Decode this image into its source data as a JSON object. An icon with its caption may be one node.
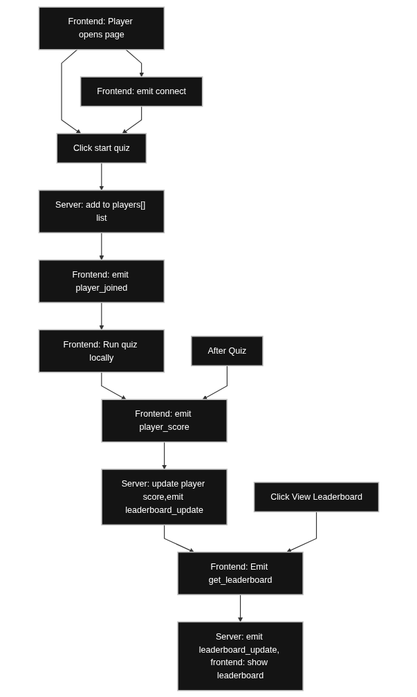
{
  "diagram": {
    "nodes": [
      {
        "text": [
          "Frontend: Player opens page"
        ]
      },
      {
        "text": [
          "Frontend: emit connect"
        ]
      },
      {
        "text": [
          "Click start quiz"
        ]
      },
      {
        "text": [
          "Server: add to players[] list"
        ]
      },
      {
        "text": [
          "Frontend: emit player_joined"
        ]
      },
      {
        "text": [
          "Frontend: Run quiz locally"
        ]
      },
      {
        "text": [
          "After Quiz"
        ]
      },
      {
        "text": [
          "Frontend: emit player_score"
        ]
      },
      {
        "text": [
          "Server: update player score,emit leaderboard_update"
        ]
      },
      {
        "text": [
          "Click View Leaderboard"
        ]
      },
      {
        "text": [
          "Frontend: Emit get_leaderboard"
        ]
      },
      {
        "text": [
          "Server: emit leaderboard_update, frontend: show leaderboard"
        ]
      }
    ],
    "edges": [
      {
        "from": 0,
        "to": 1,
        "arrow": "to"
      },
      {
        "from": 0,
        "to": 2,
        "arrow": "to"
      },
      {
        "from": 1,
        "to": 2,
        "arrow": "to"
      },
      {
        "from": 2,
        "to": 3,
        "arrow": "to"
      },
      {
        "from": 3,
        "to": 4,
        "arrow": "to"
      },
      {
        "from": 4,
        "to": 5,
        "arrow": "to"
      },
      {
        "from": 5,
        "to": 7,
        "arrow": "to"
      },
      {
        "from": 6,
        "to": 7,
        "arrow": "to"
      },
      {
        "from": 7,
        "to": 8,
        "arrow": "to"
      },
      {
        "from": 8,
        "to": 10,
        "arrow": "to"
      },
      {
        "from": 9,
        "to": 10,
        "arrow": "to"
      },
      {
        "from": 10,
        "to": 11,
        "arrow": "to"
      }
    ]
  }
}
